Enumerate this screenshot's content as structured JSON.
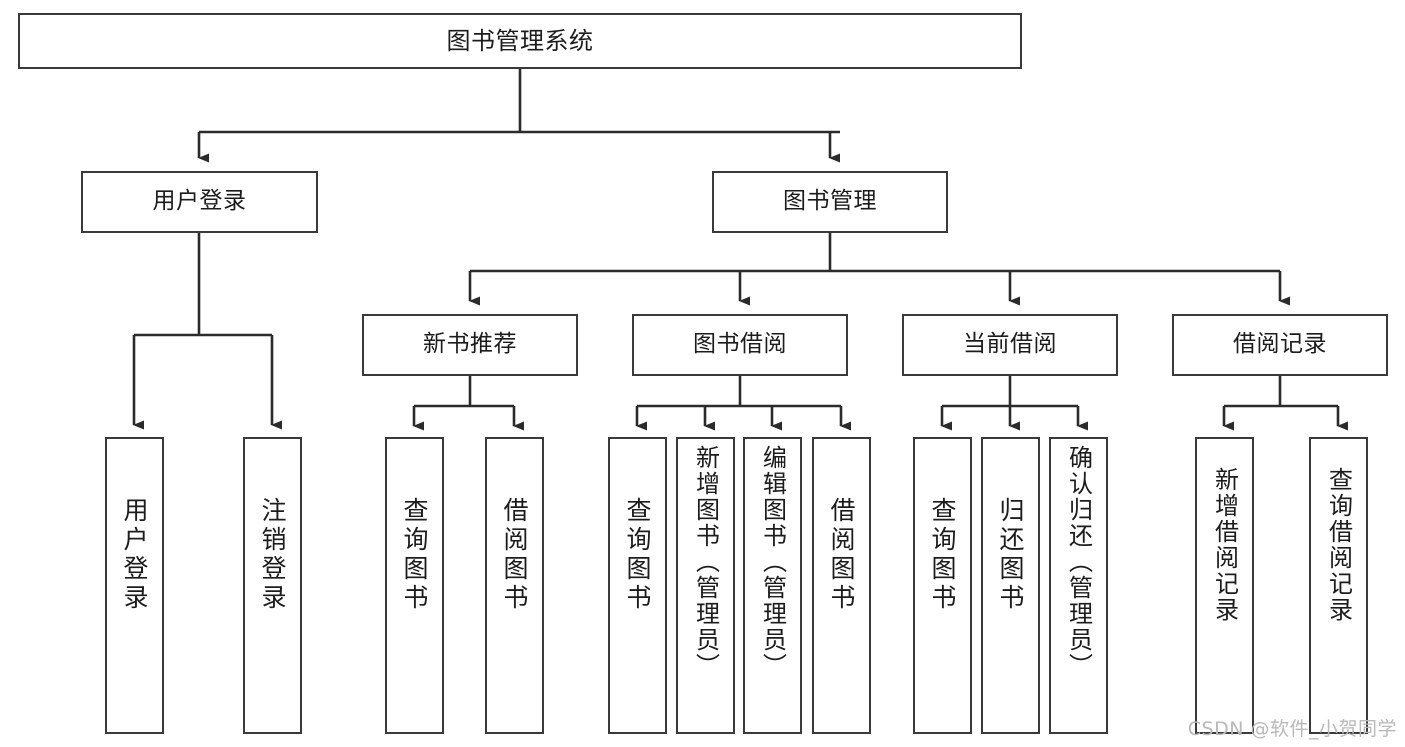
{
  "diagram": {
    "title": "图书管理系统",
    "type": "tree-hierarchy",
    "watermark": "CSDN @软件_小贺同学",
    "colors": {
      "box_border": "#3a3a3a",
      "box_fill": "#ffffff",
      "edge": "#2b2b2b",
      "text": "#1c1c1c",
      "watermark": "#b9b9b9"
    },
    "levels": [
      {
        "level": 1,
        "nodes": [
          {
            "id": "root",
            "label": "图书管理系统",
            "orientation": "horizontal"
          }
        ]
      },
      {
        "level": 2,
        "nodes": [
          {
            "id": "user-login",
            "label": "用户登录",
            "orientation": "horizontal",
            "parent": "root"
          },
          {
            "id": "book-manage",
            "label": "图书管理",
            "orientation": "horizontal",
            "parent": "root"
          }
        ]
      },
      {
        "level": 3,
        "nodes": [
          {
            "id": "new-book-rec",
            "label": "新书推荐",
            "orientation": "horizontal",
            "parent": "book-manage"
          },
          {
            "id": "book-borrow",
            "label": "图书借阅",
            "orientation": "horizontal",
            "parent": "book-manage"
          },
          {
            "id": "current-borrow",
            "label": "当前借阅",
            "orientation": "horizontal",
            "parent": "book-manage"
          },
          {
            "id": "borrow-record",
            "label": "借阅记录",
            "orientation": "horizontal",
            "parent": "book-manage"
          }
        ]
      },
      {
        "level": 4,
        "nodes": [
          {
            "id": "leaf-user-login",
            "label": "用户登录",
            "orientation": "vertical",
            "parent": "user-login"
          },
          {
            "id": "leaf-logout",
            "label": "注销登录",
            "orientation": "vertical",
            "parent": "user-login"
          },
          {
            "id": "leaf-query-book-1",
            "label": "查询图书",
            "orientation": "vertical",
            "parent": "new-book-rec"
          },
          {
            "id": "leaf-borrow-book-1",
            "label": "借阅图书",
            "orientation": "vertical",
            "parent": "new-book-rec"
          },
          {
            "id": "leaf-query-book-2",
            "label": "查询图书",
            "orientation": "vertical",
            "parent": "book-borrow"
          },
          {
            "id": "leaf-add-book",
            "label": "新增图书（管理员）",
            "orientation": "vertical",
            "parent": "book-borrow"
          },
          {
            "id": "leaf-edit-book",
            "label": "编辑图书（管理员）",
            "orientation": "vertical",
            "parent": "book-borrow"
          },
          {
            "id": "leaf-borrow-book-2",
            "label": "借阅图书",
            "orientation": "vertical",
            "parent": "book-borrow"
          },
          {
            "id": "leaf-query-book-3",
            "label": "查询图书",
            "orientation": "vertical",
            "parent": "current-borrow"
          },
          {
            "id": "leaf-return-book",
            "label": "归还图书",
            "orientation": "vertical",
            "parent": "current-borrow"
          },
          {
            "id": "leaf-confirm-return",
            "label": "确认归还（管理员）",
            "orientation": "vertical",
            "parent": "current-borrow"
          },
          {
            "id": "leaf-add-record",
            "label": "新增借阅记录",
            "orientation": "vertical",
            "parent": "borrow-record"
          },
          {
            "id": "leaf-query-record",
            "label": "查询借阅记录",
            "orientation": "vertical",
            "parent": "borrow-record"
          }
        ]
      }
    ]
  }
}
